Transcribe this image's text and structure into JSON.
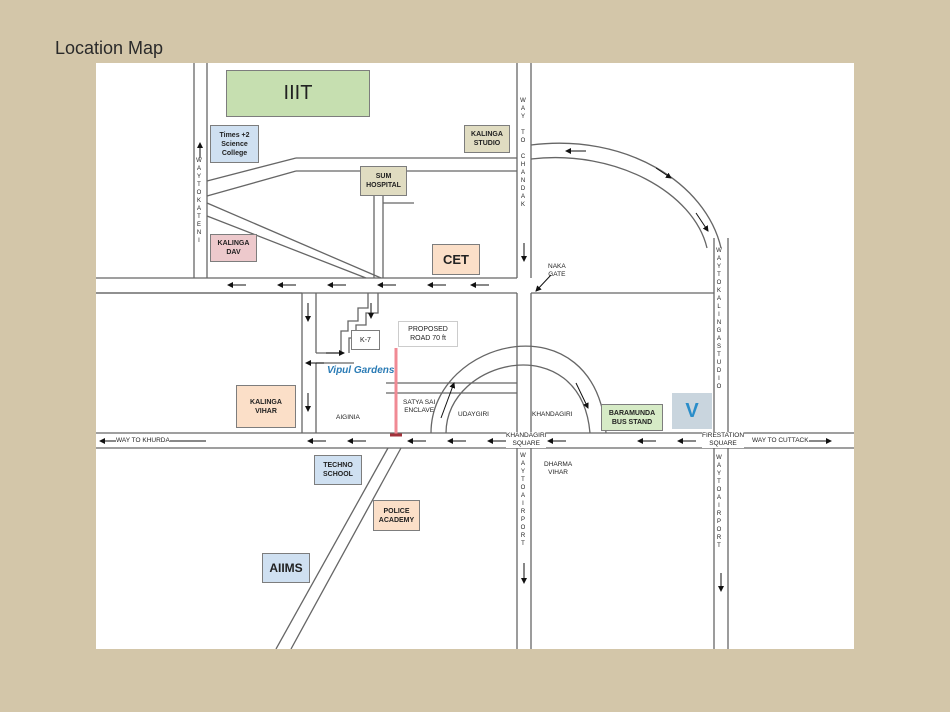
{
  "page": {
    "title": "Location Map"
  },
  "places": {
    "iiit": "IIIT",
    "times": "Times +2\nScience\nCollege",
    "kalinga_studio": "KALINGA\nSTUDIO",
    "sum_hospital": "SUM\nHOSPITAL",
    "kalinga_dav": "KALINGA\nDAV",
    "cet": "CET",
    "kalinga_vihar": "KALINGA\nVIHAR",
    "techno_school": "TECHNO\nSCHOOL",
    "police_academy": "POLICE\nACADEMY",
    "aiims": "AIIMS",
    "baramunda": "BARAMUNDA\nBUS STAND",
    "k7": "K-7",
    "proposed": "PROPOSED\nROAD 70 ft"
  },
  "labels": {
    "naka_gate": "NAKA\nGATE",
    "aiginia": "AIGINIA",
    "satya_sai": "SATYA SAI\nENCLAVE",
    "udaygiri": "UDAYGIRI",
    "khandagiri": "KHANDAGIRI",
    "khandagiri_square": "KHANDAGIRI\nSQUARE",
    "dharma_vihar": "DHARMA\nVIHAR",
    "firestation_square": "FIRESTATION\nSQUARE",
    "way_to_khurda": "WAY TO KHURDA",
    "way_to_cuttack": "WAY TO CUTTACK",
    "way_to_kateni": "WAYTOKATENI",
    "way_to_chandak": "WAY TO CHANDAK",
    "way_to_kalinga_studio": "WAYTOKALINGASTUDIO",
    "way_to_airport_1": "WAYTOAIRPORT",
    "way_to_airport_2": "WAYTOAIRPORT",
    "vipul": "Vipul Gardens",
    "logo": "V"
  },
  "colors": {
    "iiit": "#c6dfb0",
    "blue_box": "#cfe0f1",
    "olive_box": "#e0dcc1",
    "red_box": "#edc9cc",
    "orange_box": "#fbdfc8",
    "green_box": "#d6ebc6",
    "pink_road": "#f08a94"
  }
}
